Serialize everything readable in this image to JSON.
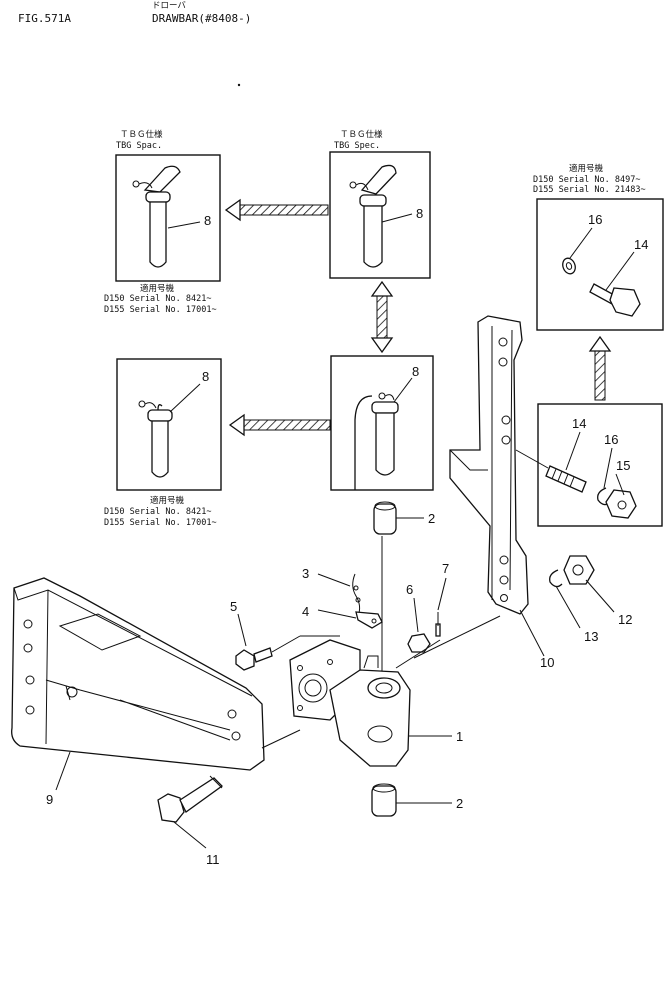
{
  "header": {
    "figure_no": "FIG.571A",
    "title_jp": "ドローバ",
    "title": "DRAWBAR(#8408-)"
  },
  "insets": {
    "tbg_left": {
      "jp": "ＴＢＧ仕様",
      "spec": "TBG Spac.",
      "applicable": "適用号機",
      "serial_1": "D150  Serial  No. 8421~",
      "serial_2": "D155  Serial  No. 17001~"
    },
    "tbg_right": {
      "jp": "ＴＢＧ仕様",
      "spec": "TBG  Spec."
    },
    "std_left": {
      "applicable": "適用号機",
      "serial_1": "D150  Serial  No. 8421~",
      "serial_2": "D155  Serial  No. 17001~"
    },
    "top_right": {
      "applicable": "適用号機",
      "serial_1": "D150  Serial  No. 8497~",
      "serial_2": "D155  Serial  No. 21483~"
    }
  },
  "callouts": {
    "p1": "1",
    "p2a": "2",
    "p2b": "2",
    "p3": "3",
    "p4": "4",
    "p5": "5",
    "p6": "6",
    "p7": "7",
    "p8a": "8",
    "p8b": "8",
    "p8c": "8",
    "p8d": "8",
    "p9": "9",
    "p10": "10",
    "p11": "11",
    "p12": "12",
    "p13": "13",
    "p14a": "14",
    "p14b": "14",
    "p15": "15",
    "p16a": "16",
    "p16b": "16"
  }
}
